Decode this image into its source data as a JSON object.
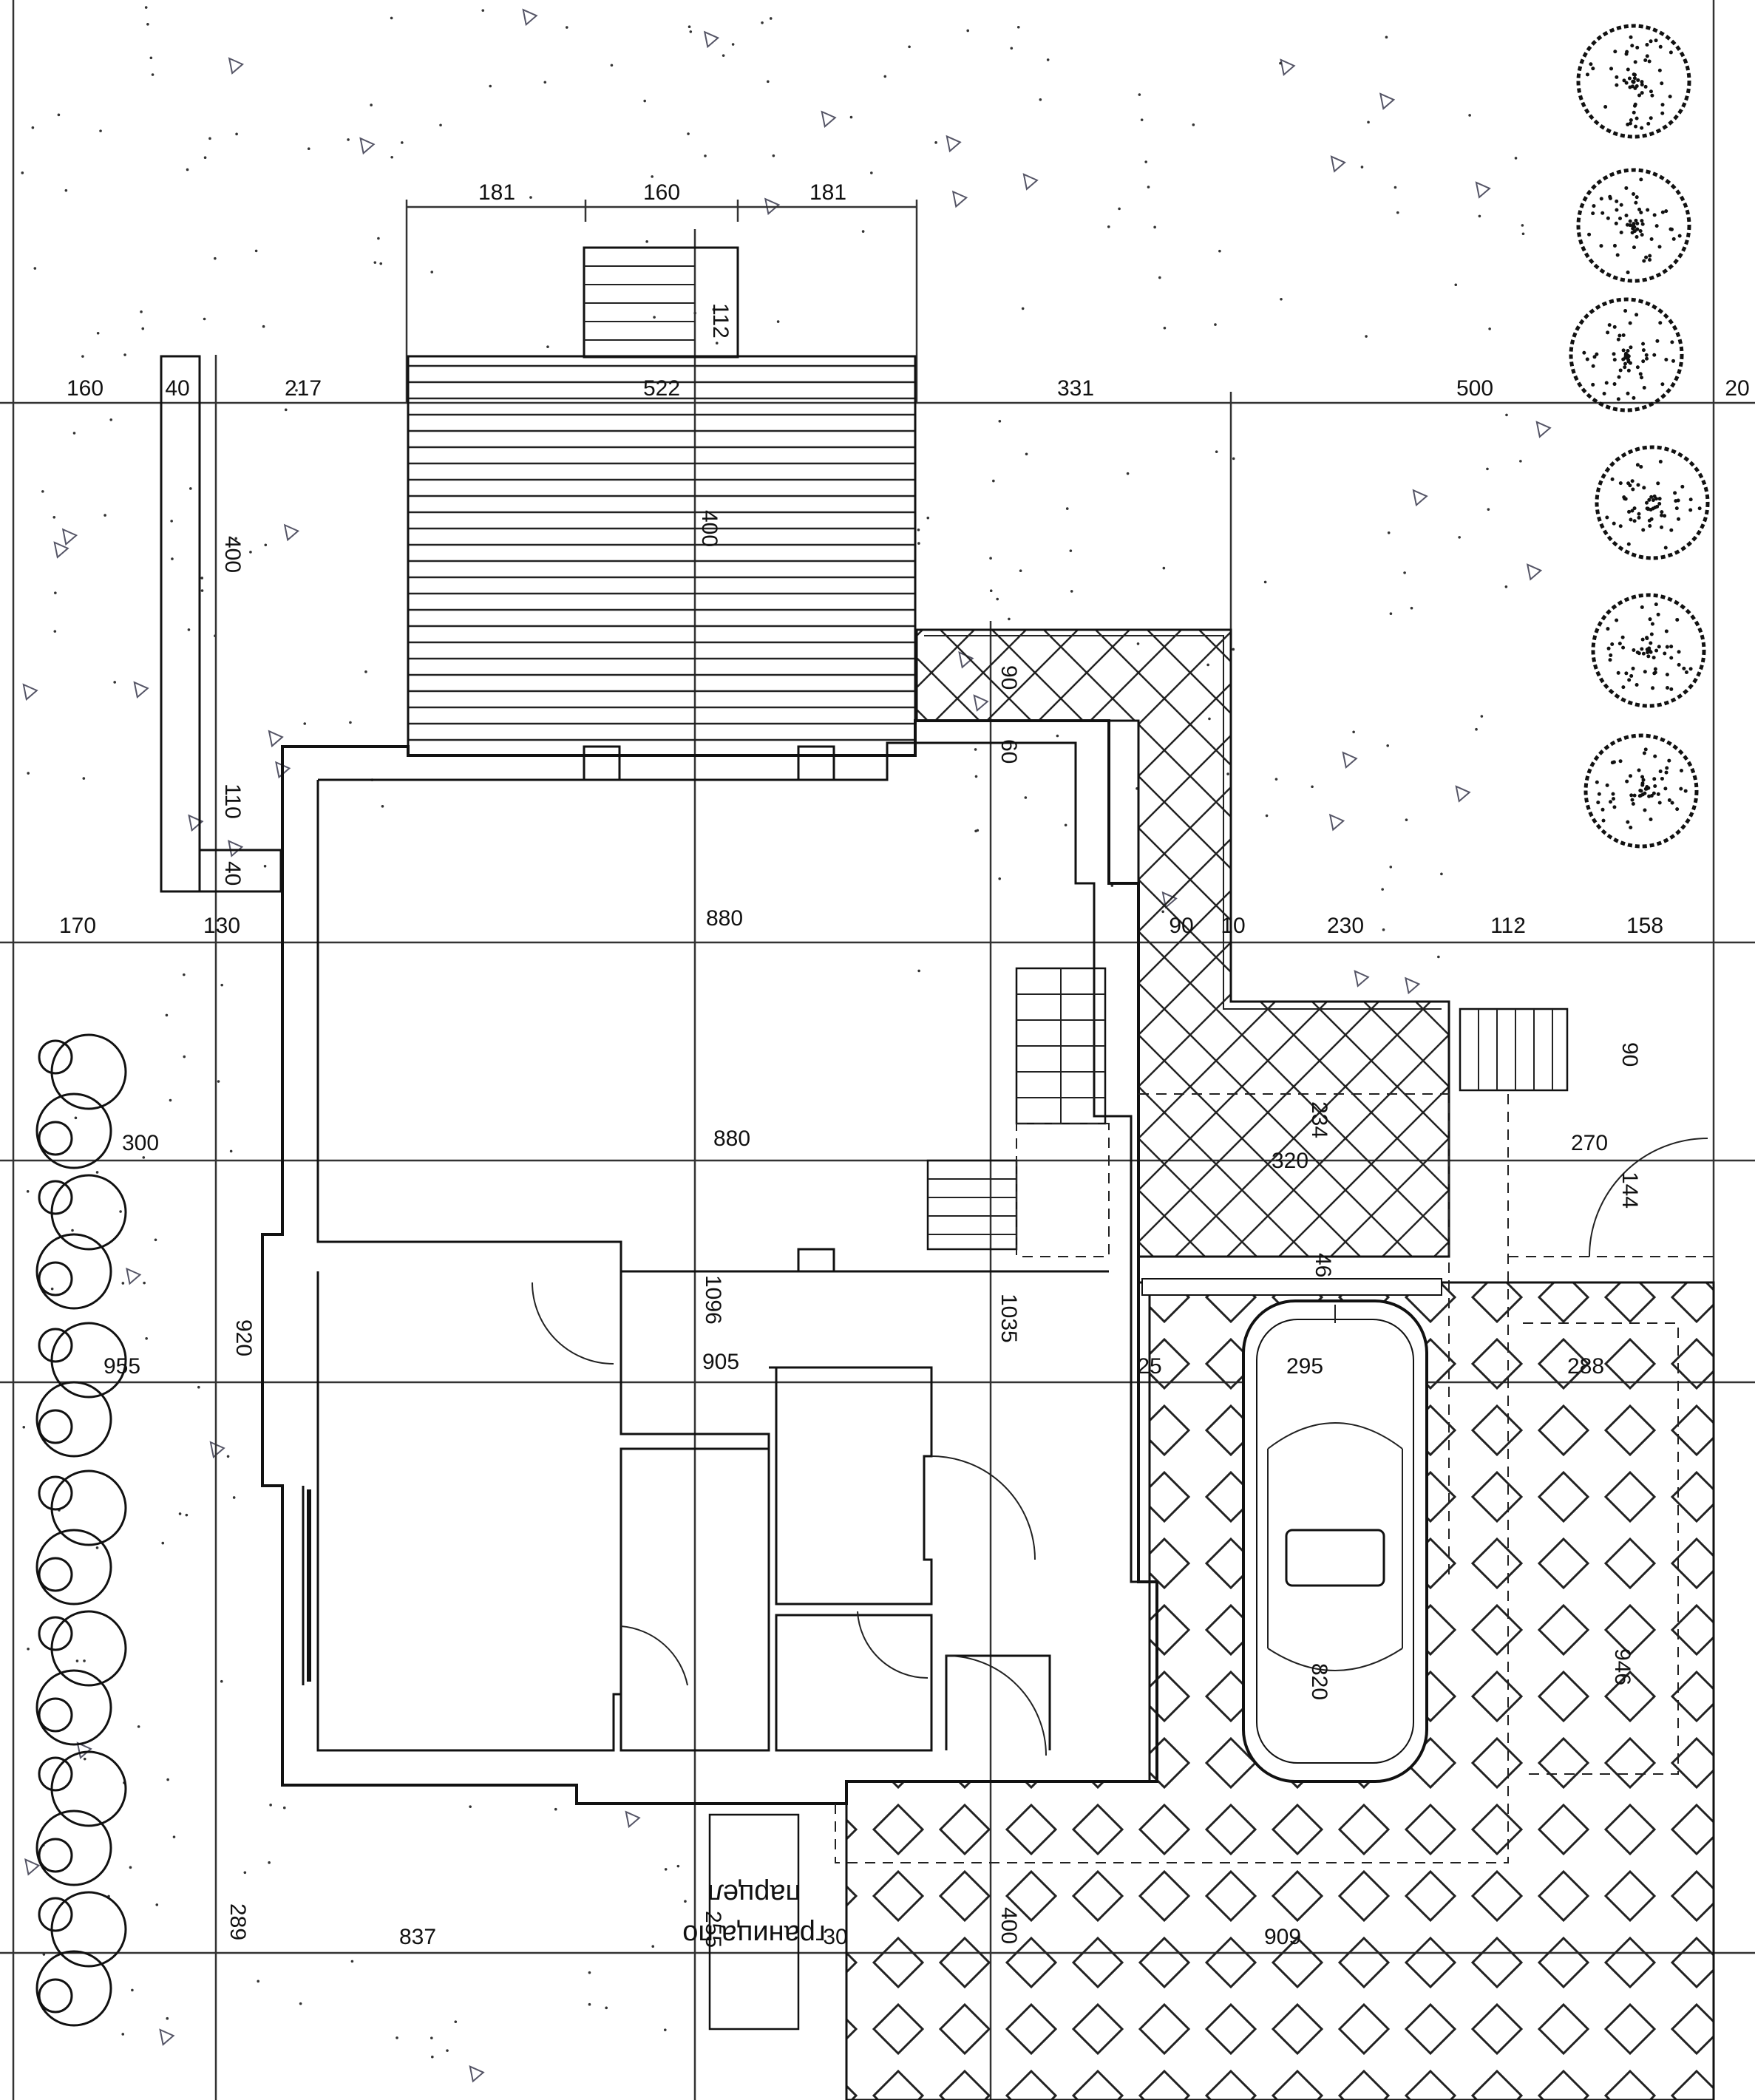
{
  "dimensions": {
    "top": [
      "181",
      "160",
      "181"
    ],
    "stair_top": "112",
    "row_y300": [
      "160",
      "40",
      "217",
      "522",
      "331",
      "500"
    ],
    "terrace_depth": "400",
    "left_side": [
      "400",
      "110",
      "40"
    ],
    "right_top": [
      "90",
      "60"
    ],
    "row_y1250": [
      "170",
      "130",
      "880",
      "90",
      "10",
      "230",
      "112",
      "158"
    ],
    "right_stair": "90",
    "row_y1560": [
      "300",
      "880",
      "320",
      "234",
      "270",
      "144"
    ],
    "left_920": "920",
    "center_1096": "1096",
    "center_1035": "1035",
    "garage_46": "46",
    "row_y1845": [
      "955",
      "905",
      "25",
      "295",
      "288"
    ],
    "car_820": "820",
    "right_946": "946",
    "bottom_left_289": "289",
    "bottom_837": "837",
    "bottom_255": "255",
    "bottom_30": "30",
    "bottom_909": "909",
    "bottom_400": "400",
    "edge_20": "20"
  },
  "labels": {
    "neighbor_line1": "граница по",
    "neighbor_line2": "парцел"
  }
}
